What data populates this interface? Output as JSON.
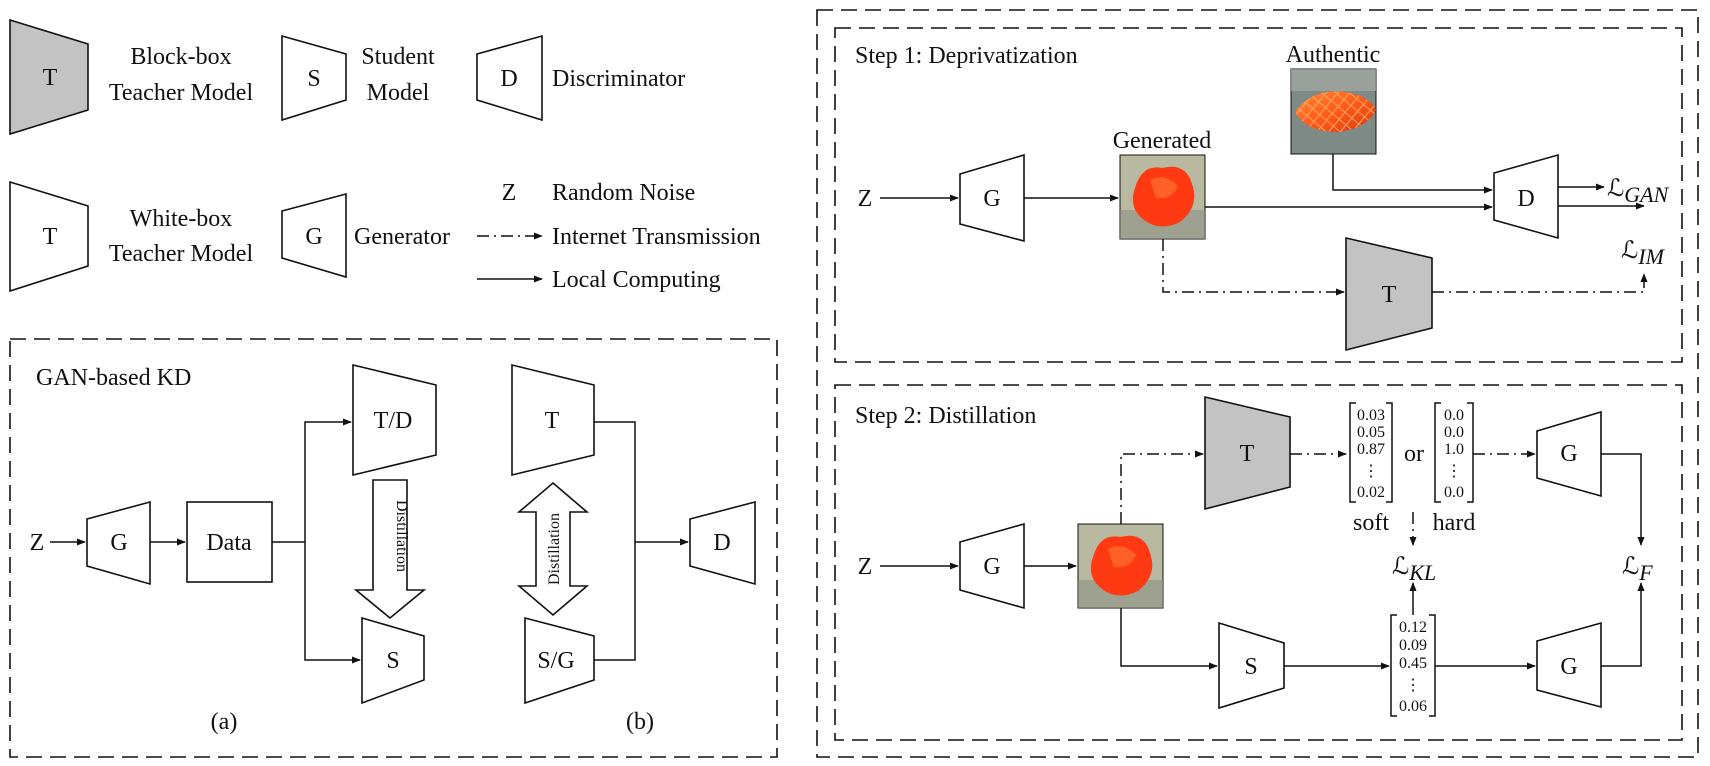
{
  "legend": {
    "blackbox_symbol": "T",
    "blackbox_line1": "Block-box",
    "blackbox_line2": "Teacher Model",
    "student_symbol": "S",
    "student_line1": "Student",
    "student_line2": "Model",
    "discriminator_symbol": "D",
    "discriminator_label": "Discriminator",
    "whitebox_symbol": "T",
    "whitebox_line1": "White-box",
    "whitebox_line2": "Teacher Model",
    "generator_symbol": "G",
    "generator_label": "Generator",
    "noise_symbol": "Z",
    "noise_label": "Random Noise",
    "internet_label": "Internet Transmission",
    "local_label": "Local Computing"
  },
  "gan_kd": {
    "title": "GAN-based KD",
    "a": {
      "z": "Z",
      "g": "G",
      "data": "Data",
      "td": "T/D",
      "s": "S",
      "distill": "Distillation",
      "caption": "(a)"
    },
    "b": {
      "t": "T",
      "sg": "S/G",
      "d": "D",
      "distill": "Distillation",
      "caption": "(b)"
    }
  },
  "step1": {
    "title": "Step 1: Deprivatization",
    "z": "Z",
    "g": "G",
    "d": "D",
    "t": "T",
    "generated": "Generated",
    "authentic": "Authentic",
    "loss_gan": "ℒ",
    "loss_gan_sub": "GAN",
    "loss_im": "ℒ",
    "loss_im_sub": "IM"
  },
  "step2": {
    "title": "Step 2: Distillation",
    "z": "Z",
    "g": "G",
    "t": "T",
    "s": "S",
    "g_top": "G",
    "g_bottom": "G",
    "soft_values": [
      "0.03",
      "0.05",
      "0.87",
      "0.02"
    ],
    "hard_values": [
      "0.0",
      "0.0",
      "1.0",
      "0.0"
    ],
    "student_values": [
      "0.12",
      "0.09",
      "0.45",
      "0.06"
    ],
    "or": "or",
    "soft": "soft",
    "hard": "hard",
    "loss_kl": "ℒ",
    "loss_kl_sub": "KL",
    "loss_f": "ℒ",
    "loss_f_sub": "F"
  }
}
